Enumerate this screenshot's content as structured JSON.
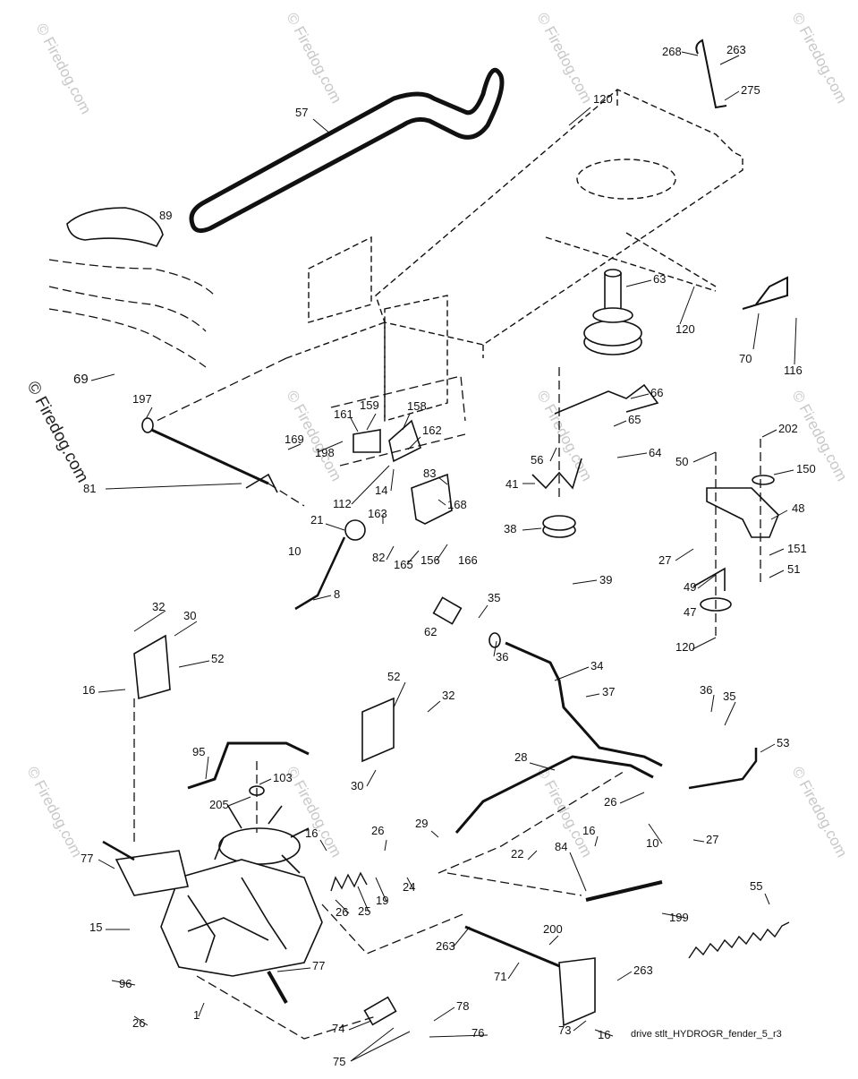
{
  "diagram": {
    "caption": "drive stlt_HYDROGR_fender_5_r3",
    "side_watermark": "© Firedog.com",
    "tile_watermark": "© Firedog.com",
    "callouts": {
      "c268": "268",
      "c263a": "263",
      "c275": "275",
      "c120a": "120",
      "c57": "57",
      "c89": "89",
      "c63": "63",
      "c120b": "120",
      "c70": "70",
      "c116": "116",
      "c69": "69",
      "c197": "197",
      "c66": "66",
      "c65": "65",
      "c161": "161",
      "c159": "159",
      "c158": "158",
      "c169": "169",
      "c198": "198",
      "c162": "162",
      "c56": "56",
      "c64": "64",
      "c202": "202",
      "c50": "50",
      "c150": "150",
      "c81": "81",
      "c14": "14",
      "c83": "83",
      "c112": "112",
      "c41": "41",
      "c48": "48",
      "c21": "21",
      "c163": "163",
      "c168": "168",
      "c38": "38",
      "c10a": "10",
      "c82": "82",
      "c165": "165",
      "c156": "156",
      "c166": "166",
      "c27a": "27",
      "c151": "151",
      "c51": "51",
      "c39": "39",
      "c49": "49",
      "c8": "8",
      "c35a": "35",
      "c32a": "32",
      "c30a": "30",
      "c62": "62",
      "c47": "47",
      "c52a": "52",
      "c36a": "36",
      "c120c": "120",
      "c16a": "16",
      "c34": "34",
      "c52b": "52",
      "c37": "37",
      "c32b": "32",
      "c36b": "36",
      "c35b": "35",
      "c53": "53",
      "c30b": "30",
      "c95": "95",
      "c28": "28",
      "c103": "103",
      "c205": "205",
      "c26a": "26",
      "c10b": "10",
      "c29": "29",
      "c16b": "16",
      "c26b": "26",
      "c22": "22",
      "c27b": "27",
      "c84": "84",
      "c16c": "16",
      "c77a": "77",
      "c24": "24",
      "c19": "19",
      "c25": "25",
      "c26c": "26",
      "c55": "55",
      "c15": "15",
      "c199": "199",
      "c263b": "263",
      "c200": "200",
      "c77b": "77",
      "c71": "71",
      "c263c": "263",
      "c96": "96",
      "c1": "1",
      "c26d": "26",
      "c78": "78",
      "c74": "74",
      "c73": "73",
      "c16d": "16",
      "c75": "75",
      "c76": "76"
    }
  }
}
